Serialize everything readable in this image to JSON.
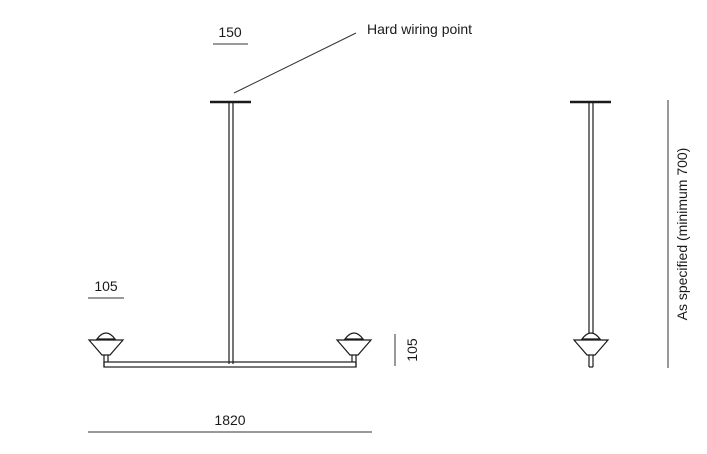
{
  "labels": {
    "canopy_width": "150",
    "wiring_point": "Hard wiring point",
    "shade_width": "105",
    "shade_height": "105",
    "overall_width": "1820",
    "drop_height": "As specified (minimum 700)"
  },
  "colors": {
    "line": "#1a1a1a",
    "background": "#ffffff"
  }
}
